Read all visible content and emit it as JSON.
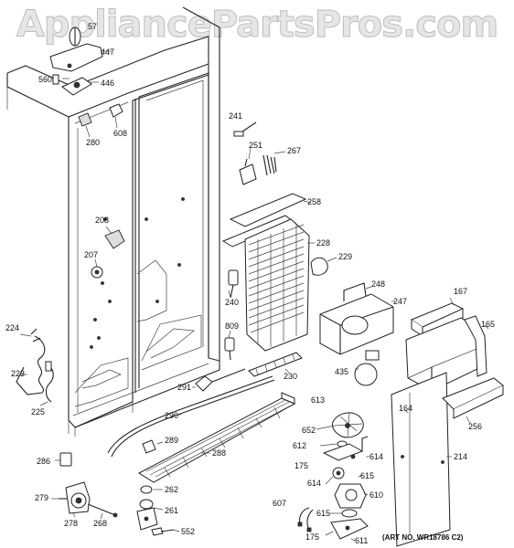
{
  "watermark": "AppliancePartsPros.com",
  "art_number": "(ART NO. WR18786 C2)",
  "callouts": [
    {
      "id": "c57",
      "text": "57"
    },
    {
      "id": "c447",
      "text": "447"
    },
    {
      "id": "c560",
      "text": "560"
    },
    {
      "id": "c446",
      "text": "446"
    },
    {
      "id": "c608",
      "text": "608"
    },
    {
      "id": "c280",
      "text": "280"
    },
    {
      "id": "c208",
      "text": "208"
    },
    {
      "id": "c207",
      "text": "207"
    },
    {
      "id": "c224",
      "text": "224"
    },
    {
      "id": "c223",
      "text": "223"
    },
    {
      "id": "c225",
      "text": "225"
    },
    {
      "id": "c241",
      "text": "241"
    },
    {
      "id": "c251",
      "text": "251"
    },
    {
      "id": "c267",
      "text": "267"
    },
    {
      "id": "c258",
      "text": "258"
    },
    {
      "id": "c228",
      "text": "228"
    },
    {
      "id": "c229",
      "text": "229"
    },
    {
      "id": "c240",
      "text": "240"
    },
    {
      "id": "c809",
      "text": "809"
    },
    {
      "id": "c230",
      "text": "230"
    },
    {
      "id": "c248",
      "text": "248"
    },
    {
      "id": "c247",
      "text": "247"
    },
    {
      "id": "c167",
      "text": "167"
    },
    {
      "id": "c165",
      "text": "165"
    },
    {
      "id": "c435",
      "text": "435"
    },
    {
      "id": "c291",
      "text": "291"
    },
    {
      "id": "c290",
      "text": "290"
    },
    {
      "id": "c289",
      "text": "289"
    },
    {
      "id": "c288",
      "text": "288"
    },
    {
      "id": "c286",
      "text": "286"
    },
    {
      "id": "c613",
      "text": "613"
    },
    {
      "id": "c652",
      "text": "652"
    },
    {
      "id": "c612",
      "text": "612"
    },
    {
      "id": "c175a",
      "text": "175"
    },
    {
      "id": "c614a",
      "text": "614"
    },
    {
      "id": "c615",
      "text": "615"
    },
    {
      "id": "c614b",
      "text": "614"
    },
    {
      "id": "c610",
      "text": "610"
    },
    {
      "id": "c607",
      "text": "607"
    },
    {
      "id": "c615b",
      "text": "615"
    },
    {
      "id": "c175b",
      "text": "175"
    },
    {
      "id": "c611",
      "text": "611"
    },
    {
      "id": "c164",
      "text": "164"
    },
    {
      "id": "c256",
      "text": "256"
    },
    {
      "id": "c214",
      "text": "214"
    },
    {
      "id": "c262",
      "text": "262"
    },
    {
      "id": "c261",
      "text": "261"
    },
    {
      "id": "c552",
      "text": "552"
    },
    {
      "id": "c279",
      "text": "279"
    },
    {
      "id": "c278",
      "text": "278"
    },
    {
      "id": "c268",
      "text": "268"
    }
  ]
}
